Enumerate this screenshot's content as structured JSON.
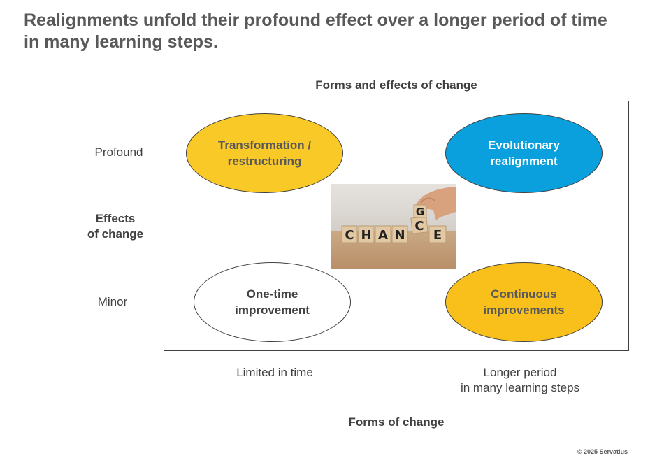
{
  "title": "Realignments unfold their profound effect over a longer period of time\nin many learning steps.",
  "diagram": {
    "heading": "Forms and effects of change",
    "y_axis": {
      "top_label": "Profound",
      "title": "Effects\nof change",
      "bottom_label": "Minor"
    },
    "x_axis": {
      "left_label": "Limited in time",
      "right_label": "Longer period\nin many learning steps",
      "title": "Forms of change"
    },
    "quadrants": {
      "top_left": {
        "label": "Transformation /\nrestructuring",
        "color": "#f9c927"
      },
      "top_right": {
        "label": "Evolutionary\nrealignment",
        "color": "#0a9fdd"
      },
      "bottom_left": {
        "label": "One-time\nimprovement",
        "color": "#ffffff"
      },
      "bottom_right": {
        "label": "Continuous\nimprovements",
        "color": "#f9c01b"
      }
    },
    "image": {
      "cube_letters": [
        "C",
        "H",
        "A",
        "N",
        "C",
        "E"
      ],
      "flipping_letter": "G"
    }
  },
  "footer": {
    "copyright": "© 2025 Servatius"
  }
}
